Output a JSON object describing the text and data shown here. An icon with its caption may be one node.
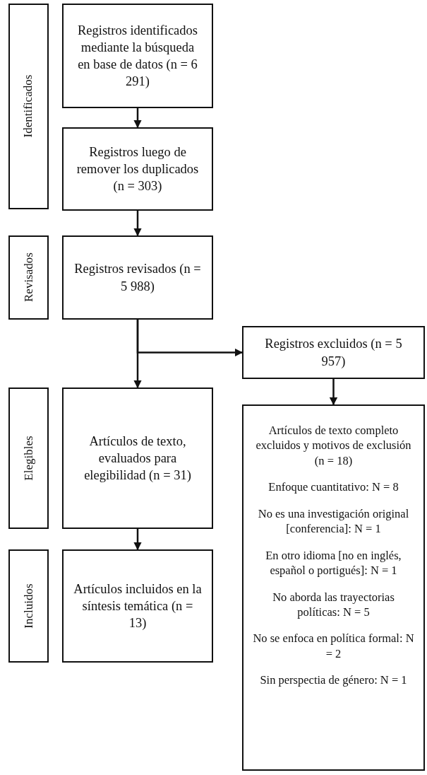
{
  "diagram": {
    "nodes": [
      {
        "text": [
          "Identificados"
        ]
      },
      {
        "text": [
          "Registros identificados mediante la búsqueda en base de datos (n = 6 291)"
        ]
      },
      {
        "text": [
          "Registros luego de remover los duplicados (n = 303)"
        ]
      },
      {
        "text": [
          "Revisados"
        ]
      },
      {
        "text": [
          "Registros revisados (n = 5 988)"
        ]
      },
      {
        "text": [
          "Registros excluidos (n = 5 957)"
        ]
      },
      {
        "text": [
          "Elegibles"
        ]
      },
      {
        "text": [
          "Artículos de texto, evaluados para elegibilidad (n = 31)"
        ]
      },
      {
        "text": [
          "Artículos de texto completo excluidos y motivos de exclusión (n = 18)",
          "Enfoque cuantitativo: N = 8",
          "No es una investigación original [conferencia]: N = 1",
          "En otro idioma [no en inglés, español o portigués]:  N = 1",
          "No aborda las trayectorias políticas: N = 5",
          "No se enfoca en política formal: N = 2",
          "Sin perspectia de género: N = 1"
        ]
      },
      {
        "text": [
          "Incluidos"
        ]
      },
      {
        "text": [
          "Artículos incluidos en la síntesis temática (n = 13)"
        ]
      }
    ],
    "edges": [
      {
        "from": 1,
        "to": 2,
        "arrow": "to"
      },
      {
        "from": 2,
        "to": 4,
        "arrow": "to"
      },
      {
        "from": 4,
        "to": 7,
        "arrow": "to"
      },
      {
        "from": 4,
        "to": 5,
        "arrow": "to"
      },
      {
        "from": 5,
        "to": 8,
        "arrow": "to"
      },
      {
        "from": 7,
        "to": 10,
        "arrow": "to"
      }
    ]
  }
}
